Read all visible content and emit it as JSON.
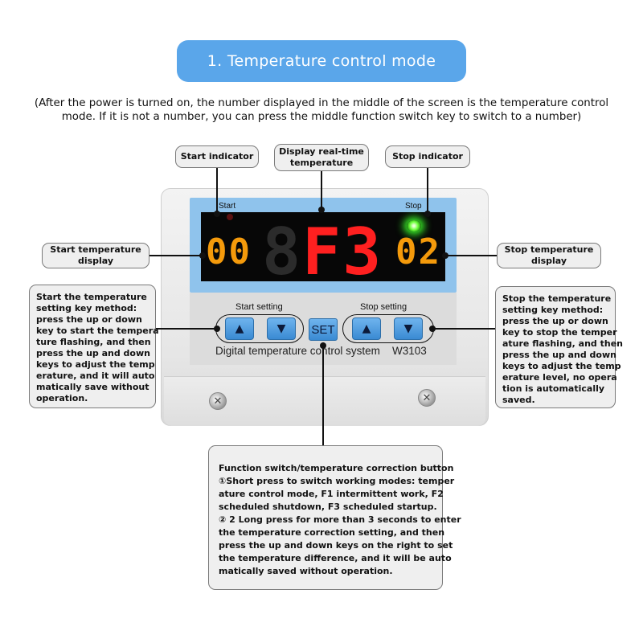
{
  "banner": {
    "title": "1. Temperature control mode"
  },
  "intro": {
    "line1": "(After the power is turned on, the number displayed in the middle of the screen is the temperature control",
    "line2": "mode. If it is not a number, you can press the middle function switch key to switch to a number)"
  },
  "callouts": {
    "start_indicator": "Start indicator",
    "realtime_line1": "Display real-time",
    "realtime_line2": "temperature",
    "stop_indicator": "Stop indicator",
    "start_temp_line1": "Start temperature",
    "start_temp_line2": "display",
    "stop_temp_line1": "Stop temperature",
    "stop_temp_line2": "display",
    "start_setting_lines": [
      "Start the temperature",
      "setting key method:",
      "press the up or down",
      "key to start the tempera",
      "ture flashing, and then",
      "press the up and down",
      "keys to adjust the temp",
      "erature, and it will auto",
      "matically save without",
      "operation."
    ],
    "stop_setting_lines": [
      "Stop the temperature",
      "setting key method:",
      "press the up or down",
      "key to stop the temper",
      "ature flashing, and then",
      "press the up and down",
      "keys to adjust the temp",
      "erature level, no opera",
      "tion is automatically",
      "saved."
    ],
    "function_lines": [
      "Function switch/temperature correction button",
      "①Short press to switch working modes: temper",
      "ature control mode, F1 intermittent work, F2",
      "scheduled shutdown, F3 scheduled startup.",
      "② 2 Long press for more than 3 seconds to enter",
      "the temperature correction setting, and then",
      "press the up and down keys on the right to set",
      "the temperature difference, and it will be auto",
      "matically saved without operation."
    ]
  },
  "device": {
    "start_label": "Start",
    "stop_label": "Stop",
    "start_value": "00",
    "main_value": "F3",
    "stop_value": "02",
    "start_setting": "Start setting",
    "stop_setting": "Stop setting",
    "set_key": "SET",
    "system_label": "Digital temperature control system",
    "model": "W3103",
    "up_glyph": "▲",
    "down_glyph": "▼"
  },
  "colors": {
    "banner": "#5aa6ea",
    "panel_blue": "#8fc3ec",
    "amber_digits": "#f49a0b",
    "red_digits": "#ff2020",
    "stop_led": "#3cff2a"
  }
}
